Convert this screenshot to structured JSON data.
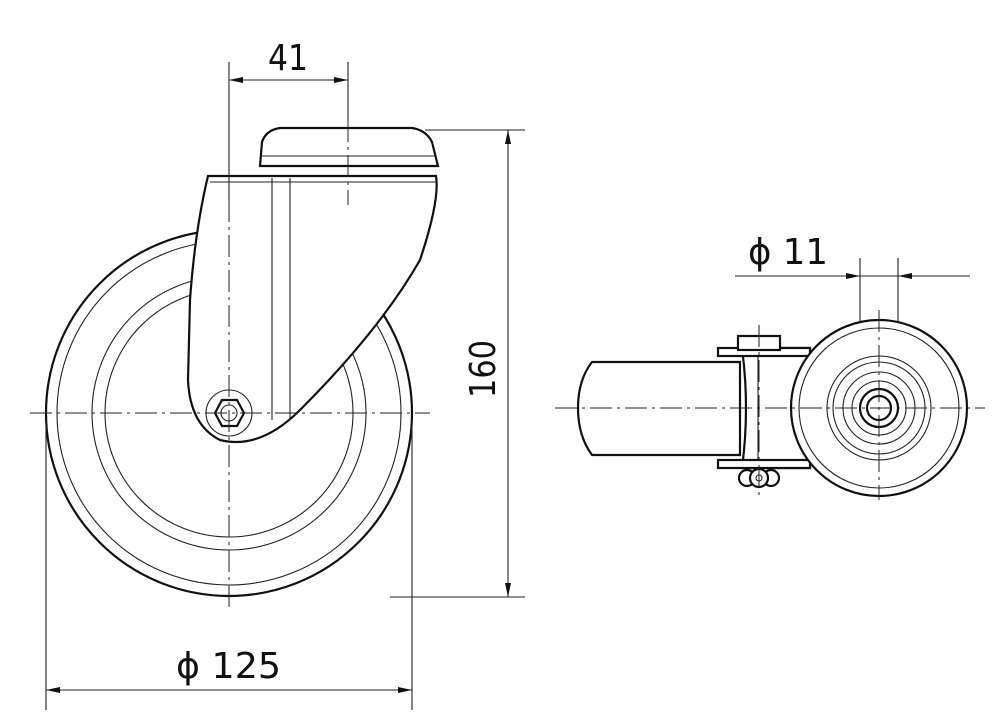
{
  "title": "Swivel castor technical drawing",
  "dimensions": {
    "offset": "41",
    "height": "160",
    "wheel_diameter": "ϕ 125",
    "bolt_hole_diameter": "ϕ 11"
  }
}
